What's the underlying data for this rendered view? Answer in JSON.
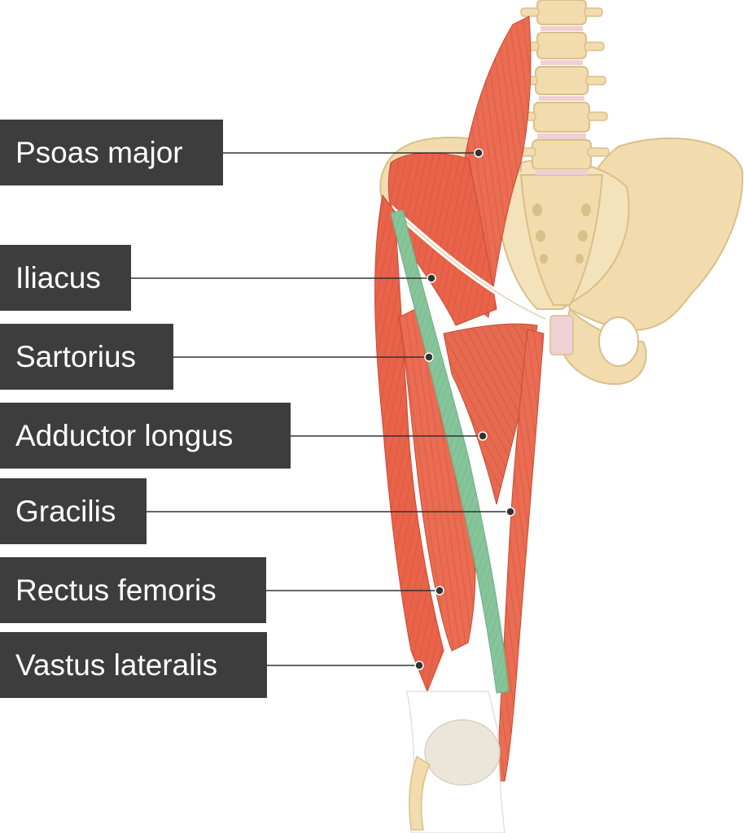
{
  "colors": {
    "label_bg": "#3d3d3d",
    "label_text": "#ffffff",
    "muscle": "#e8634a",
    "muscle_dark": "#c94a33",
    "sartorius_highlight": "#86c49a",
    "bone": "#f2dcae",
    "bone_shadow": "#d9bf8a",
    "cartilage": "#efd0d3",
    "leader_line": "#333333"
  },
  "labels": [
    {
      "id": "psoas-major",
      "text": "Psoas major"
    },
    {
      "id": "iliacus",
      "text": "Iliacus"
    },
    {
      "id": "sartorius",
      "text": "Sartorius",
      "highlighted": true
    },
    {
      "id": "adductor-longus",
      "text": "Adductor longus"
    },
    {
      "id": "gracilis",
      "text": "Gracilis"
    },
    {
      "id": "rectus-femoris",
      "text": "Rectus femoris"
    },
    {
      "id": "vastus-lateralis",
      "text": "Vastus lateralis"
    }
  ]
}
